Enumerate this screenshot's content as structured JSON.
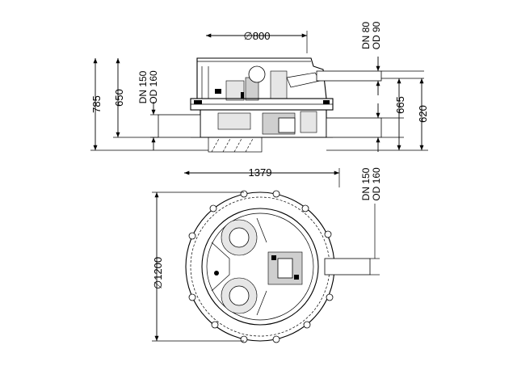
{
  "side_view": {
    "dim_top_width": "∅800",
    "dim_height_total": "785",
    "dim_height_650": "650",
    "dim_height_665": "665",
    "dim_height_620": "620",
    "inlet_left_dn": "DN 150",
    "inlet_left_od": "OD 160",
    "outlet_top_dn": "DN 80",
    "outlet_top_od": "OD 90"
  },
  "plan_view": {
    "dim_overall_width": "1379",
    "dim_diameter": "∅1200",
    "inlet_right_dn": "DN 150",
    "inlet_right_od": "OD 160"
  }
}
